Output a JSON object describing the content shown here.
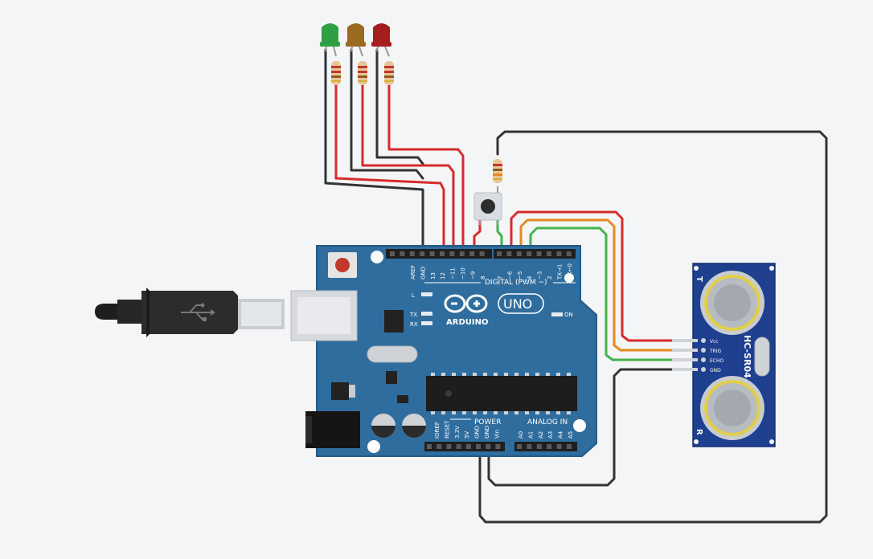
{
  "colors": {
    "background": "#f4f5f7",
    "board": "#2f6d9e",
    "board_edge": "#245a85",
    "wire_red": "#d62b2b",
    "wire_black": "#333333",
    "wire_orange": "#e58a1f",
    "wire_green": "#43b34a",
    "sensor": "#1f3f8f",
    "led_green": "#2ea043",
    "led_yellow": "#9a6a1e",
    "led_red": "#a51d1d"
  },
  "board": {
    "brand": "ARDUINO",
    "model": "UNO",
    "digital_header": "DIGITAL (PWM ~)",
    "power_header": "POWER",
    "analog_header": "ANALOG IN",
    "led_l": "L",
    "led_tx": "TX",
    "led_rx": "RX",
    "led_on": "ON",
    "digital_pins": [
      "AREF",
      "GND",
      "13",
      "12",
      "~11",
      "~10",
      "~9",
      "8",
      "7",
      "~6",
      "~5",
      "4",
      "~3",
      "2",
      "TX→1",
      "RX←0"
    ],
    "power_pins": [
      "IOREF",
      "RESET",
      "3.3V",
      "5V",
      "GND",
      "GND",
      "Vin"
    ],
    "analog_pins": [
      "A0",
      "A1",
      "A2",
      "A3",
      "A4",
      "A5"
    ]
  },
  "sensor": {
    "model": "HC-SR04",
    "pins": [
      "Vcc",
      "TRIG",
      "ECHO",
      "GND"
    ],
    "left_label": "T",
    "right_label": "R"
  },
  "leds": [
    {
      "color": "green",
      "pin": "12"
    },
    {
      "color": "yellow",
      "pin": "~11"
    },
    {
      "color": "red",
      "pin": "~10"
    }
  ],
  "icons": {
    "usb_cable": "usb-b-cable-icon",
    "usb_symbol": "usb-trident-icon",
    "infinity_logo": "arduino-infinity-logo-icon"
  }
}
